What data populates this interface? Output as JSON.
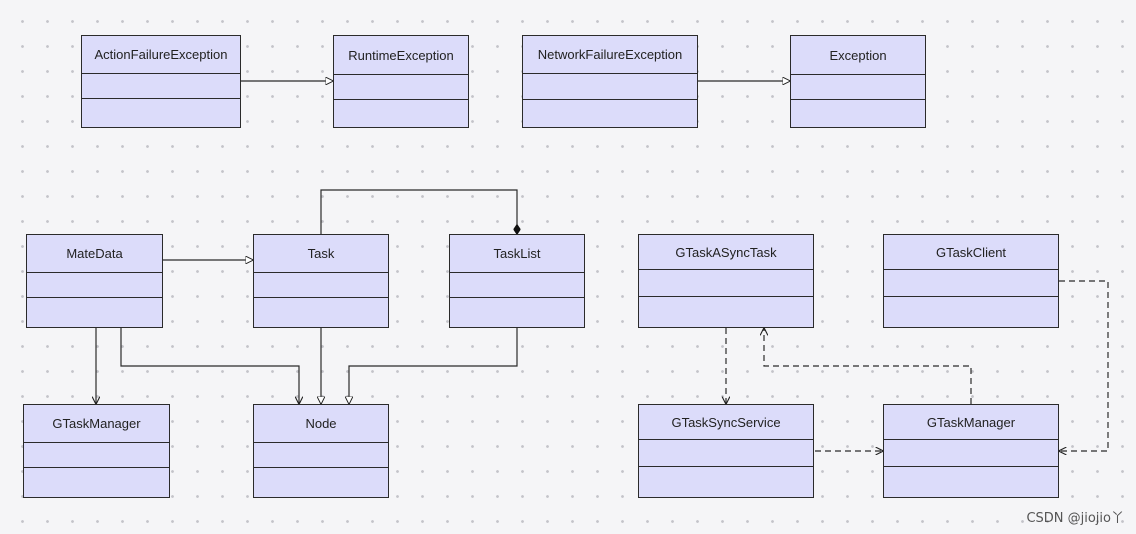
{
  "diagram": {
    "classes": {
      "action_failure_exception": "ActionFailureException",
      "runtime_exception": "RuntimeException",
      "network_failure_exception": "NetworkFailureException",
      "exception": "Exception",
      "mate_data": "MateData",
      "task": "Task",
      "task_list": "TaskList",
      "gtask_async_task": "GTaskASyncTask",
      "gtask_client": "GTaskClient",
      "gtask_manager_left": "GTaskManager",
      "node": "Node",
      "gtask_sync_service": "GTaskSyncService",
      "gtask_manager_right": "GTaskManager"
    },
    "watermark": "CSDN @jiojio丫"
  },
  "relations": [
    {
      "from": "ActionFailureException",
      "to": "RuntimeException",
      "kind": "generalization"
    },
    {
      "from": "NetworkFailureException",
      "to": "Exception",
      "kind": "generalization"
    },
    {
      "from": "MateData",
      "to": "Task",
      "kind": "generalization"
    },
    {
      "from": "Task",
      "to": "TaskList",
      "kind": "composition"
    },
    {
      "from": "MateData",
      "to": "GTaskManager",
      "kind": "association"
    },
    {
      "from": "MateData",
      "to": "Node",
      "kind": "association"
    },
    {
      "from": "Task",
      "to": "Node",
      "kind": "generalization"
    },
    {
      "from": "TaskList",
      "to": "Node",
      "kind": "generalization"
    },
    {
      "from": "GTaskASyncTask",
      "to": "GTaskSyncService",
      "kind": "dependency"
    },
    {
      "from": "GTaskSyncService",
      "to": "GTaskManager",
      "kind": "dependency"
    },
    {
      "from": "GTaskManager",
      "to": "GTaskASyncTask",
      "kind": "dependency"
    },
    {
      "from": "GTaskClient",
      "to": "GTaskManager",
      "kind": "dependency"
    }
  ]
}
